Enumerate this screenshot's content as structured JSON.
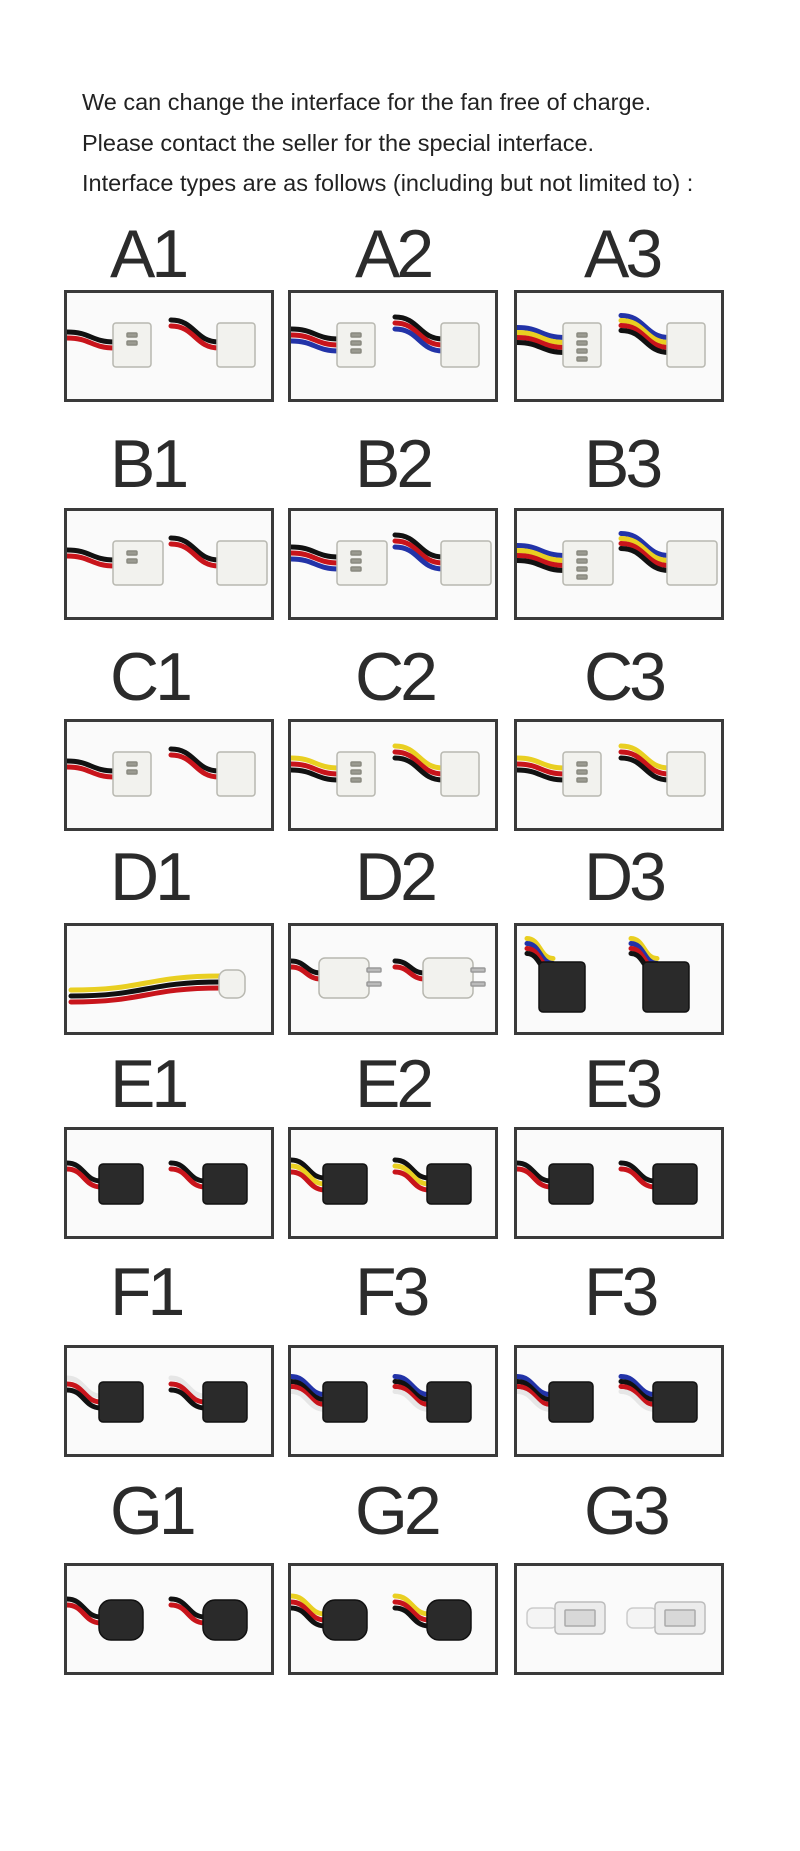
{
  "intro": {
    "lines": [
      "We can change the interface for the fan free of charge.",
      "Please contact the seller for the special interface.",
      "Interface types are as follows (including but not limited to) :"
    ]
  },
  "colors": {
    "red": "#c8141b",
    "black": "#111111",
    "blue": "#2233a8",
    "yellow": "#e9cf21",
    "white_connector": "#f2f2ee",
    "black_connector": "#2a2a2a"
  },
  "connectors": [
    {
      "label": "A1",
      "style": "white-jst",
      "wires": [
        "black",
        "red"
      ]
    },
    {
      "label": "A2",
      "style": "white-jst",
      "wires": [
        "black",
        "red",
        "blue"
      ]
    },
    {
      "label": "A3",
      "style": "white-jst",
      "wires": [
        "blue",
        "yellow",
        "red",
        "black"
      ]
    },
    {
      "label": "B1",
      "style": "white-long",
      "wires": [
        "black",
        "red"
      ]
    },
    {
      "label": "B2",
      "style": "white-long",
      "wires": [
        "black",
        "red",
        "blue"
      ]
    },
    {
      "label": "B3",
      "style": "white-long",
      "wires": [
        "blue",
        "yellow",
        "red",
        "black"
      ]
    },
    {
      "label": "C1",
      "style": "white-latch",
      "wires": [
        "black",
        "red"
      ]
    },
    {
      "label": "C2",
      "style": "white-latch",
      "wires": [
        "yellow",
        "red",
        "black"
      ]
    },
    {
      "label": "C3",
      "style": "white-latch",
      "wires": [
        "yellow",
        "red",
        "black"
      ]
    },
    {
      "label": "D1",
      "style": "molex-cable",
      "wires": [
        "yellow",
        "black",
        "red"
      ]
    },
    {
      "label": "D2",
      "style": "molex",
      "wires": [
        "black",
        "red"
      ]
    },
    {
      "label": "D3",
      "style": "black-pcie",
      "wires": [
        "yellow",
        "blue",
        "red",
        "black"
      ]
    },
    {
      "label": "E1",
      "style": "black-sm",
      "wires": [
        "black",
        "red"
      ]
    },
    {
      "label": "E2",
      "style": "black-sm",
      "wires": [
        "black",
        "yellow",
        "red"
      ]
    },
    {
      "label": "E3",
      "style": "black-sm",
      "wires": [
        "black",
        "red"
      ]
    },
    {
      "label": "F1",
      "style": "black-dupont",
      "wires": [
        "white",
        "red",
        "black"
      ]
    },
    {
      "label": "F3",
      "style": "black-dupont",
      "wires": [
        "blue",
        "black",
        "red",
        "white"
      ]
    },
    {
      "label": "F3",
      "style": "black-dupont",
      "wires": [
        "blue",
        "black",
        "red",
        "white"
      ]
    },
    {
      "label": "G1",
      "style": "black-sm-round",
      "wires": [
        "black",
        "red"
      ]
    },
    {
      "label": "G2",
      "style": "black-sm-round",
      "wires": [
        "yellow",
        "red",
        "black"
      ]
    },
    {
      "label": "G3",
      "style": "usb",
      "wires": [
        "white"
      ]
    }
  ]
}
